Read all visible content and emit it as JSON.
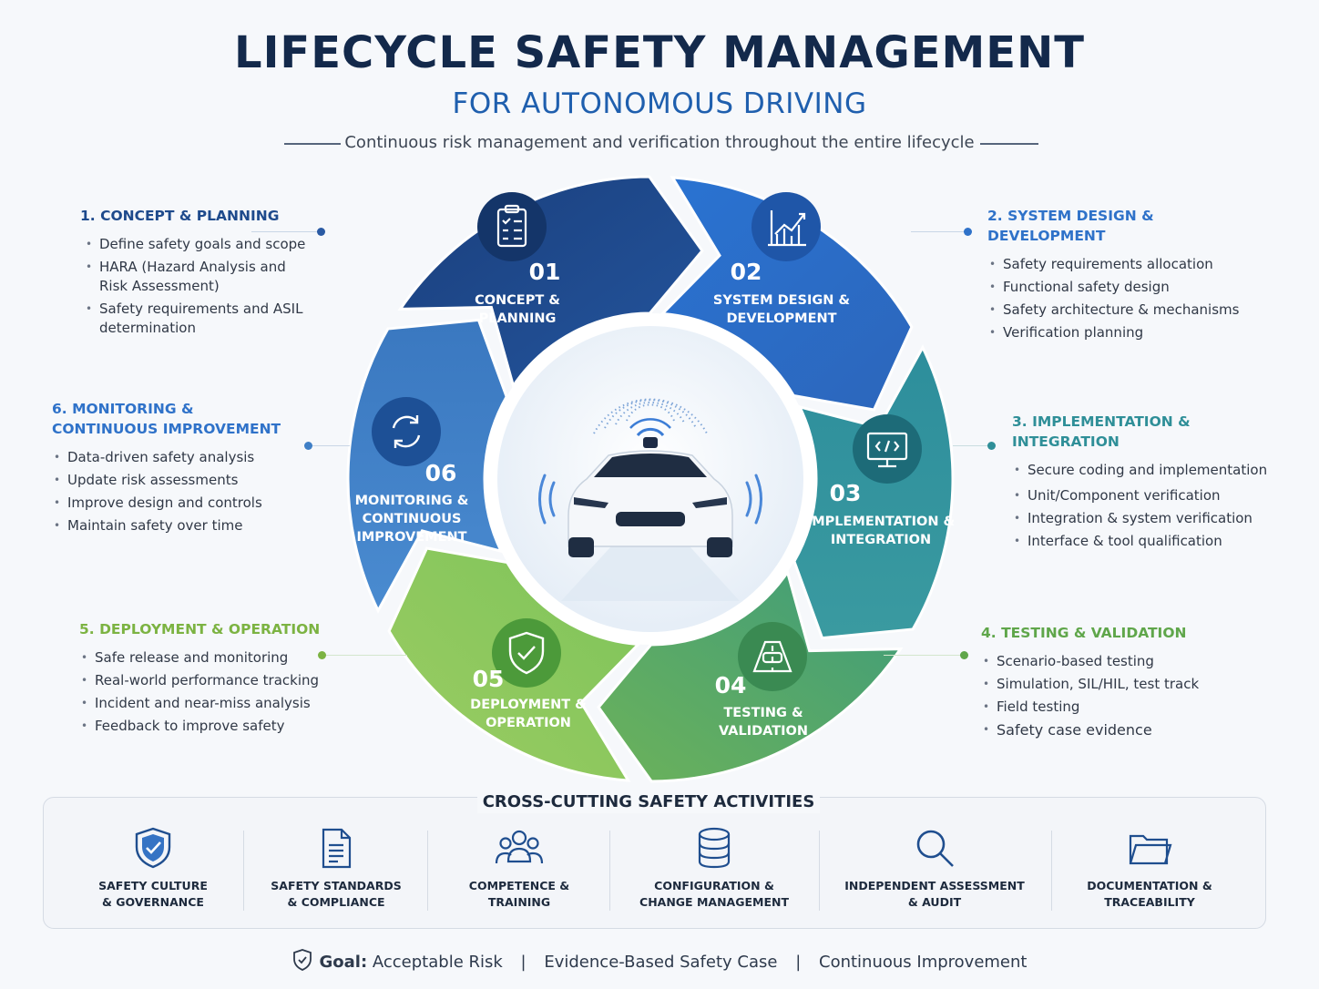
{
  "header": {
    "title": "LIFECYCLE SAFETY MANAGEMENT",
    "subtitle": "FOR AUTONOMOUS DRIVING",
    "tagline": "Continuous risk management and verification throughout the entire lifecycle"
  },
  "phases": [
    {
      "num": "01",
      "label_line1": "CONCEPT &",
      "label_line2": "PLANNING",
      "icon": "clipboard-checklist-icon",
      "color": "#1e4a8c"
    },
    {
      "num": "02",
      "label_line1": "SYSTEM DESIGN &",
      "label_line2": "DEVELOPMENT",
      "icon": "chart-growth-icon",
      "color": "#2f72c9"
    },
    {
      "num": "03",
      "label_line1": "IMPLEMENTATION &",
      "label_line2": "INTEGRATION",
      "icon": "monitor-code-icon",
      "color": "#2f8f98"
    },
    {
      "num": "04",
      "label_line1": "TESTING &",
      "label_line2": "VALIDATION",
      "icon": "road-test-icon",
      "color": "#5fb05a"
    },
    {
      "num": "05",
      "label_line1": "DEPLOYMENT &",
      "label_line2": "OPERATION",
      "icon": "shield-check-icon",
      "color": "#7cbd4d"
    },
    {
      "num": "06",
      "label_line1": "MONITORING &",
      "label_line2": "CONTINUOUS",
      "label_line3": "IMPROVEMENT",
      "icon": "refresh-cycle-icon",
      "color": "#3f7fc6"
    }
  ],
  "panels": {
    "concept": {
      "title": "1. CONCEPT & PLANNING",
      "color": "#1e4a8c",
      "items": [
        "Define safety goals and scope",
        "HARA (Hazard Analysis and Risk Assessment)",
        "Safety requirements and ASIL determination"
      ]
    },
    "design": {
      "title": "2. SYSTEM DESIGN & DEVELOPMENT",
      "color": "#2f72c9",
      "items": [
        "Safety requirements allocation",
        "Functional safety design",
        "Safety architecture & mechanisms",
        "Verification planning"
      ]
    },
    "implementation": {
      "title": "3. IMPLEMENTATION & INTEGRATION",
      "color": "#2f8f98",
      "items": [
        "Secure coding and implementation",
        "Unit/Component verification",
        "Integration & system verification",
        "Interface & tool qualification"
      ]
    },
    "testing": {
      "title": "4. TESTING & VALIDATION",
      "color": "#5fa64a",
      "items": [
        "Scenario-based testing",
        "Simulation, SIL/HIL, test track",
        "Field testing",
        "Safety case evidence"
      ]
    },
    "deployment": {
      "title": "5. DEPLOYMENT & OPERATION",
      "color": "#7cb342",
      "items": [
        "Safe release and monitoring",
        "Real-world performance tracking",
        "Incident and near-miss analysis",
        "Feedback to improve safety"
      ]
    },
    "monitoring": {
      "title_line1": "6. MONITORING &",
      "title_line2": "CONTINUOUS IMPROVEMENT",
      "color": "#2f72c9",
      "items": [
        "Data-driven safety analysis",
        "Update risk assessments",
        "Improve design and controls",
        "Maintain safety over time"
      ]
    }
  },
  "cross_cutting": {
    "title": "CROSS-CUTTING SAFETY ACTIVITIES",
    "activities": [
      {
        "line1": "SAFETY CULTURE",
        "line2": "& GOVERNANCE",
        "icon": "shield-check-icon"
      },
      {
        "line1": "SAFETY STANDARDS",
        "line2": "& COMPLIANCE",
        "icon": "document-icon"
      },
      {
        "line1": "COMPETENCE &",
        "line2": "TRAINING",
        "icon": "people-group-icon"
      },
      {
        "line1": "CONFIGURATION &",
        "line2": "CHANGE MANAGEMENT",
        "icon": "database-icon"
      },
      {
        "line1": "INDEPENDENT ASSESSMENT",
        "line2": "& AUDIT",
        "icon": "magnifier-icon"
      },
      {
        "line1": "DOCUMENTATION &",
        "line2": "TRACEABILITY",
        "icon": "folder-icon"
      }
    ]
  },
  "footer": {
    "goal_label": "Goal:",
    "goal_text": "Acceptable Risk",
    "item2": "Evidence-Based Safety Case",
    "item3": "Continuous Improvement",
    "separator": "|"
  }
}
